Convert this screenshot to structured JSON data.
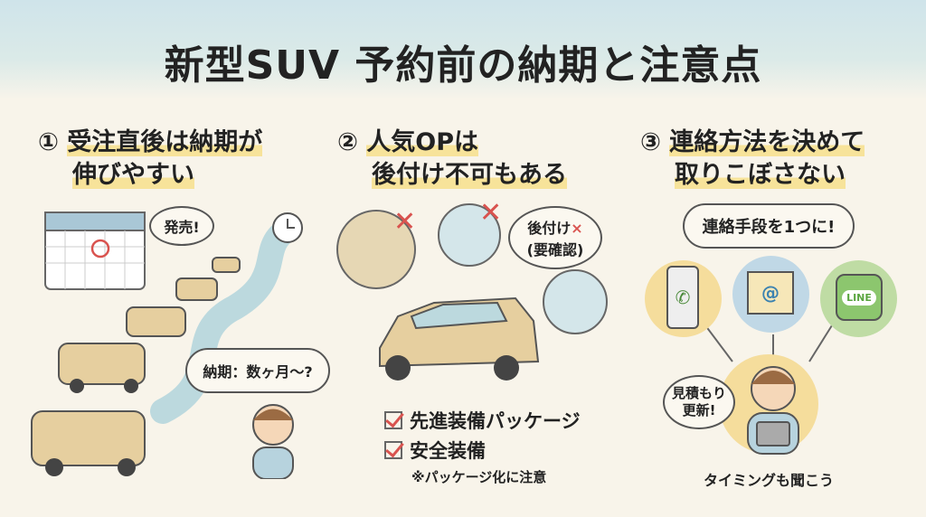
{
  "title": "新型SUV 予約前の納期と注意点",
  "sections": [
    {
      "number": "①",
      "heading_line1": "受注直後は納期が",
      "heading_line2": "伸びやすい",
      "bubble_release": "発売!",
      "bubble_delivery": "納期：数ヶ月〜?"
    },
    {
      "number": "②",
      "heading_line1": "人気OPは",
      "heading_line2": "後付け不可もある",
      "bubble_retrofit_line1": "後付け",
      "bubble_retrofit_x": "×",
      "bubble_retrofit_line2": "(要確認)",
      "checklist": [
        "先進装備パッケージ",
        "安全装備"
      ],
      "note": "※パッケージ化に注意"
    },
    {
      "number": "③",
      "heading_line1": "連絡方法を決めて",
      "heading_line2": "取りこぼさない",
      "bubble_contact": "連絡手段を1つに!",
      "line_label": "LINE",
      "email_symbol": "@",
      "bubble_estimate_line1": "見積もり",
      "bubble_estimate_line2": "更新!",
      "caption": "タイミングも聞こう"
    }
  ],
  "colors": {
    "background": "#f8f4ea",
    "header": "#cfe4ea",
    "highlight": "#f7e39a",
    "accent_red": "#d9534f",
    "car": "#e6cf9f"
  }
}
